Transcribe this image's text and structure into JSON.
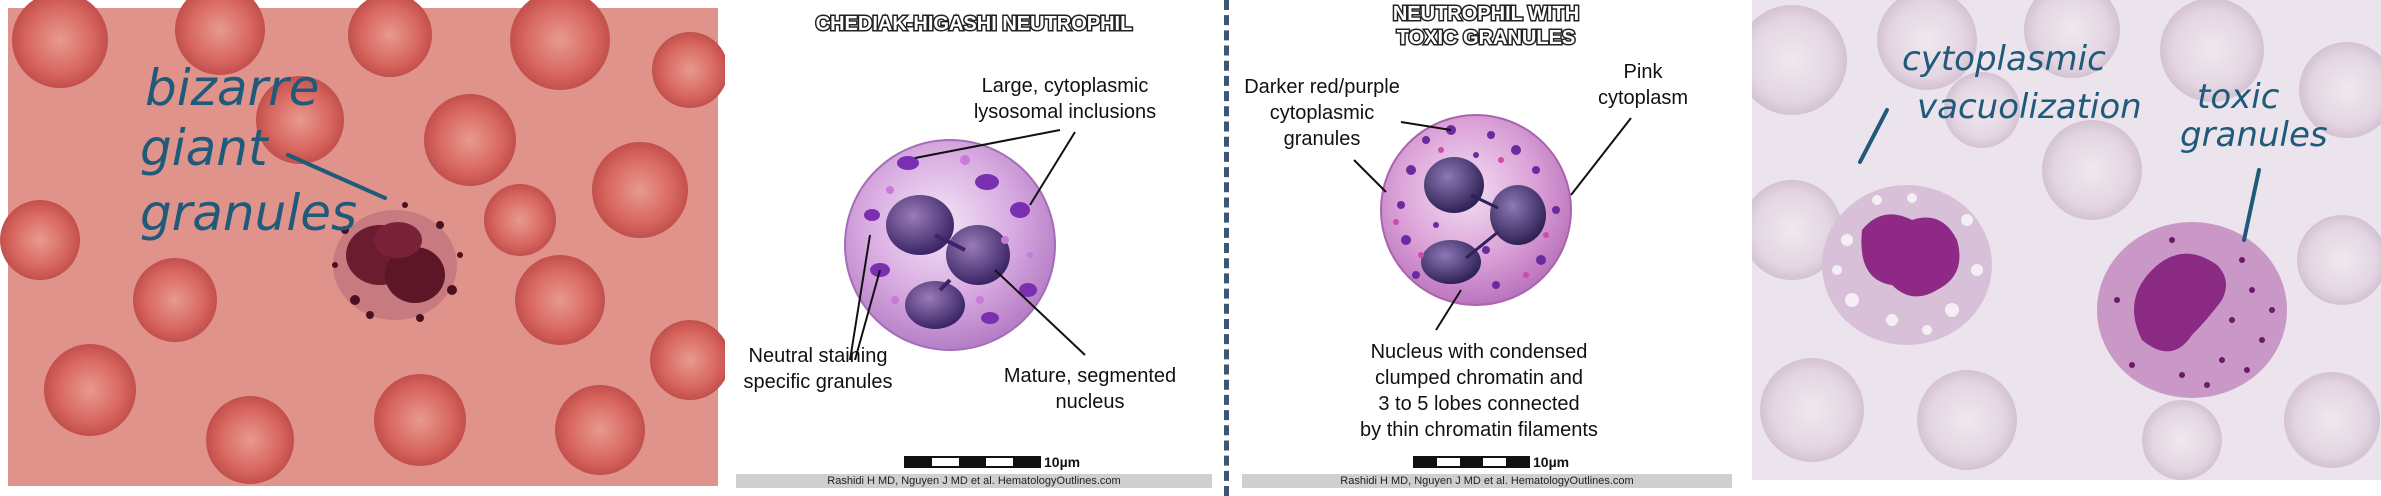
{
  "panel1": {
    "annotation_lines": [
      "bizarre",
      "giant",
      "granules"
    ]
  },
  "panel2": {
    "title": "CHEDIAK-HIGASHI NEUTROPHIL",
    "label_inclusions": [
      "Large, cytoplasmic",
      "lysosomal inclusions"
    ],
    "label_neutral": [
      "Neutral staining",
      "specific granules"
    ],
    "label_nucleus": [
      "Mature, segmented",
      "nucleus"
    ],
    "scale": "10µm",
    "credit": "Rashidi H MD, Nguyen J MD et al. HematologyOutlines.com"
  },
  "panel3": {
    "title_lines": [
      "NEUTROPHIL WITH",
      "TOXIC GRANULES"
    ],
    "label_granules": [
      "Darker red/purple",
      "cytoplasmic",
      "granules"
    ],
    "label_cytoplasm": [
      "Pink",
      "cytoplasm"
    ],
    "label_nucleus": [
      "Nucleus with condensed",
      "clumped chromatin and",
      "3 to 5 lobes connected",
      "by thin chromatin filaments"
    ],
    "scale": "10µm",
    "credit": "Rashidi H MD, Nguyen J MD et al. HematologyOutlines.com"
  },
  "panel4": {
    "annotation_left": [
      "cytoplasmic",
      "vacuolization"
    ],
    "annotation_right": [
      "toxic",
      "granules"
    ]
  },
  "colors": {
    "annotation_ink": "#1f5a7a",
    "divider": "#3d5673"
  }
}
